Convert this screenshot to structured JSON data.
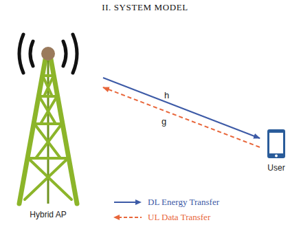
{
  "diagram": {
    "title": "II. SYSTEM MODEL",
    "nodes": [
      {
        "text": [
          "Hybrid AP"
        ]
      },
      {
        "text": [
          "User"
        ]
      }
    ],
    "edges": [
      {
        "from": 0,
        "to": 1,
        "arrow": "to",
        "label": "h"
      },
      {
        "from": 1,
        "to": 0,
        "arrow": "to",
        "label": "g"
      }
    ],
    "legend": [
      {
        "text": "DL Energy Transfer"
      },
      {
        "text": "UL Data Transfer"
      }
    ]
  }
}
